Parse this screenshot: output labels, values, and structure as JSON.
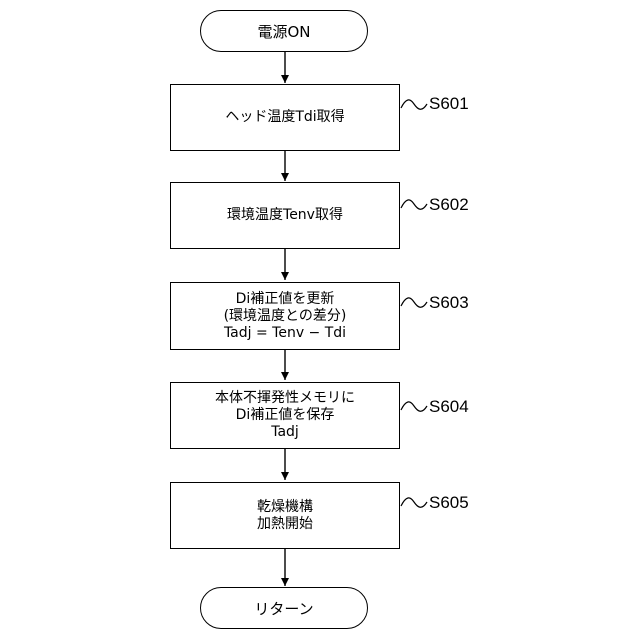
{
  "start": {
    "label": "電源ON"
  },
  "end": {
    "label": "リターン"
  },
  "steps": [
    {
      "id": "S601",
      "lines": [
        "ヘッド温度Tdi取得"
      ]
    },
    {
      "id": "S602",
      "lines": [
        "環境温度Tenv取得"
      ]
    },
    {
      "id": "S603",
      "lines": [
        "Di補正値を更新",
        "(環境温度との差分)",
        "Tadj = Tenv − Tdi"
      ]
    },
    {
      "id": "S604",
      "lines": [
        "本体不揮発性メモリに",
        "Di補正値を保存",
        "Tadj"
      ]
    },
    {
      "id": "S605",
      "lines": [
        "乾燥機構",
        "加熱開始"
      ]
    }
  ]
}
